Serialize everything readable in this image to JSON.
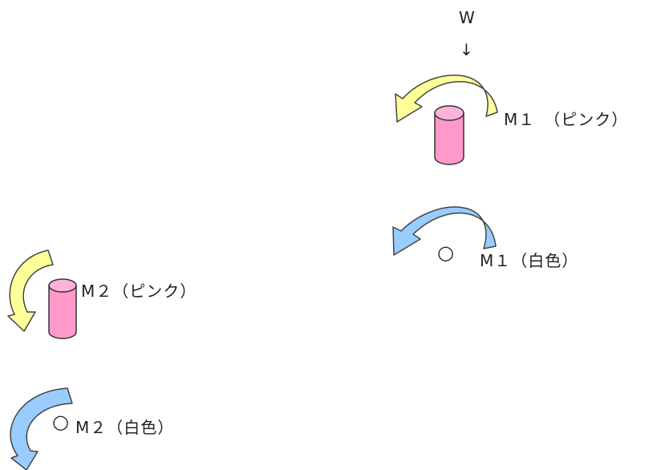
{
  "labels": {
    "w": "W",
    "w_arrow": "↓",
    "m1_pink": "M１　（ピンク）",
    "m1_white_circle": "○",
    "m1_white": "M１（白色）",
    "m2_pink": "M２（ピンク）",
    "m2_white_circle": "○",
    "m2_white": "M２（白色）"
  },
  "colors": {
    "yellow_arrow_fill": "#ffff99",
    "yellow_arrow_stroke": "#444444",
    "blue_arrow_fill": "#99ccff",
    "blue_arrow_stroke": "#444444",
    "cylinder_fill": "#ff99cc",
    "cylinder_top": "#ffb3d9",
    "cylinder_stroke": "#333333"
  },
  "icons": {
    "m1_pink_arrow": "counterclockwise-curved-arrow",
    "m1_white_arrow": "counterclockwise-curved-arrow",
    "m2_pink_arrow": "curved-down-arrow",
    "m2_white_arrow": "curved-down-arrow",
    "m1_pink_part": "pink-cylinder",
    "m2_pink_part": "pink-cylinder"
  }
}
